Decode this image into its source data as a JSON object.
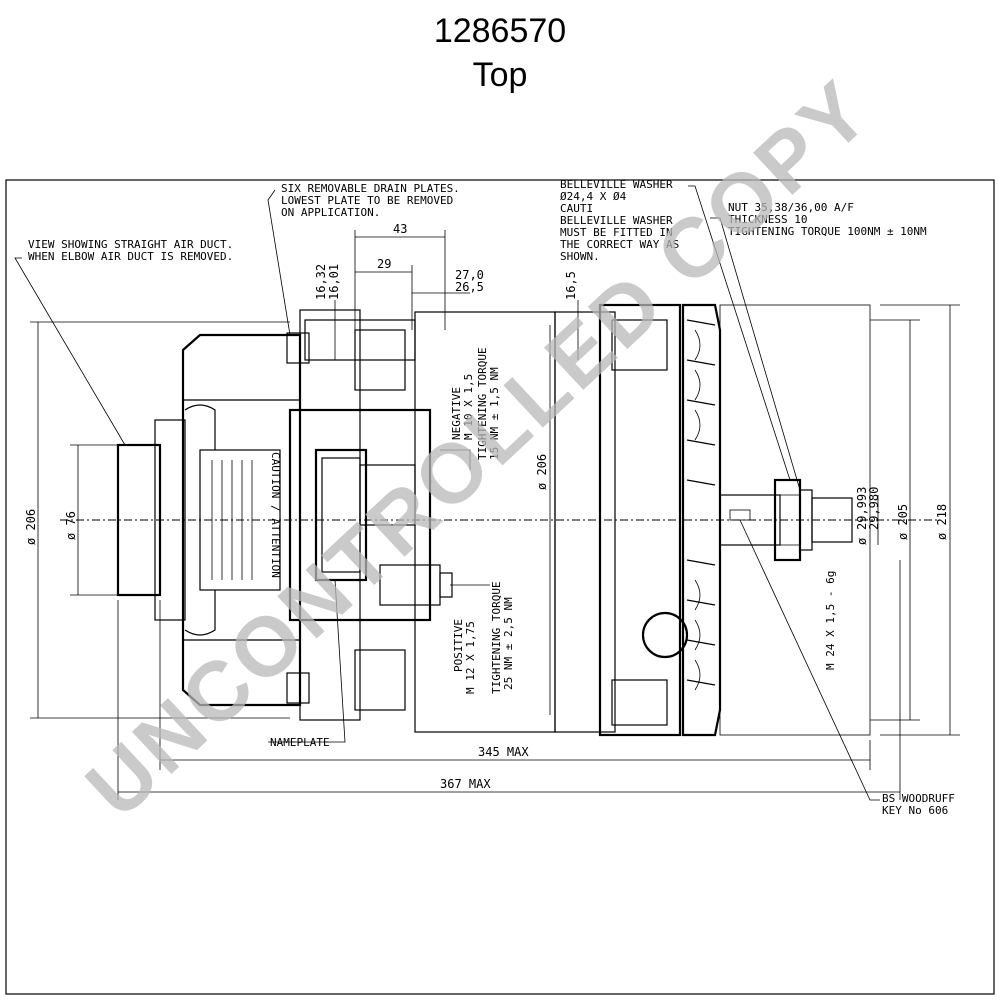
{
  "title": {
    "part_number": "1286570",
    "view": "Top"
  },
  "labels": {
    "drain_plates_1": "SIX REMOVABLE DRAIN PLATES.",
    "drain_plates_2": "LOWEST PLATE TO BE REMOVED",
    "drain_plates_3": "ON APPLICATION.",
    "air_duct_1": "VIEW SHOWING STRAIGHT AIR DUCT.",
    "air_duct_2": "WHEN ELBOW AIR DUCT IS REMOVED.",
    "washer_1": "BELLEVILLE WASHER",
    "washer_2": "Ø24,4 X Ø4",
    "washer_3": "CAUTI",
    "washer_4": "BELLEVILLE WASHER",
    "washer_5": "MUST BE FITTED IN",
    "washer_6": "THE CORRECT WAY AS",
    "washer_7": "SHOWN.",
    "nut_1": "NUT 35,38/36,00 A/F",
    "nut_2": "THICKNESS 10",
    "nut_3": "TIGHTENING TORQUE 100NM ± 10NM",
    "negative_1": "NEGATIVE",
    "negative_2": "M 10 X 1,5",
    "negative_3": "TIGHTENING TORQUE",
    "negative_4": "15 NM ± 1,5 NM",
    "positive_1": "POSITIVE",
    "positive_2": "M 12 X 1,75",
    "positive_3": "TIGHTENING TORQUE",
    "positive_4": "25 NM ± 2,5 NM",
    "nameplate": "NAMEPLATE",
    "woodruff_1": "BS WOODRUFF",
    "woodruff_2": "KEY No 606",
    "thread": "M 24 X 1,5 - 6g",
    "caution": "CAUTION / ATTENTION"
  },
  "dimensions": {
    "d43": "43",
    "d29": "29",
    "d27": "27,0",
    "d26": "26,5",
    "d16a": "16,32",
    "d16b": "16,01",
    "d16c": "16,5",
    "dia206_left": "ø 206",
    "dia76": "ø 76",
    "dia206_mid": "ø 206",
    "dia205": "ø 205",
    "dia218": "ø 218",
    "dia29a": "29,993",
    "dia29b": "29,980",
    "dia_sym": "ø",
    "len345": "345 MAX",
    "len367": "367 MAX"
  },
  "watermark": "UNCONTROLLED COPY"
}
